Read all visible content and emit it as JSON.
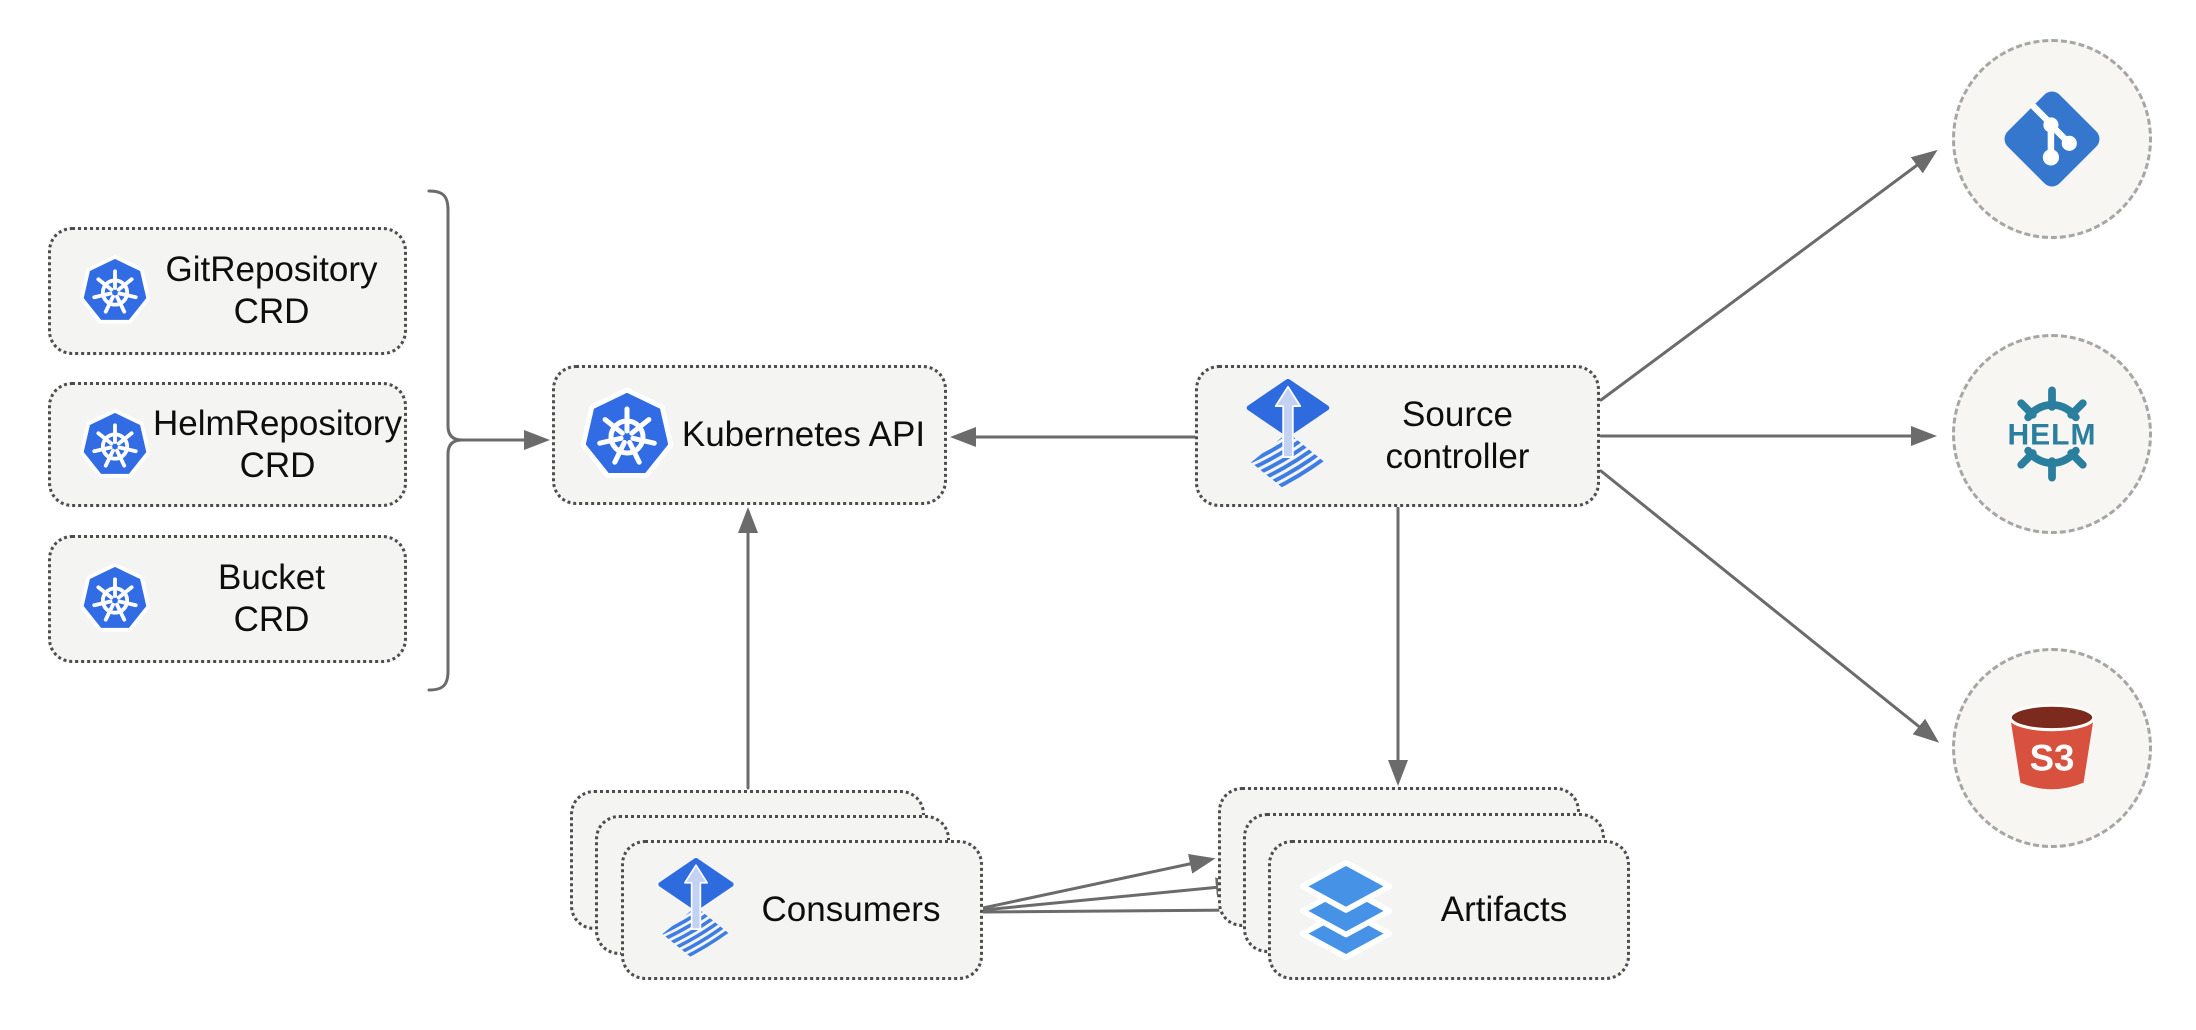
{
  "nodes": {
    "git_crd": {
      "title": "GitRepository",
      "subtitle": "CRD"
    },
    "helm_crd": {
      "title": "HelmRepository",
      "subtitle": "CRD"
    },
    "bucket_crd": {
      "title": "Bucket",
      "subtitle": "CRD"
    },
    "kubernetes_api": {
      "title": "Kubernetes API"
    },
    "source_controller": {
      "title": "Source",
      "subtitle": "controller"
    },
    "consumers": {
      "title": "Consumers"
    },
    "artifacts": {
      "title": "Artifacts"
    },
    "helm_source": {
      "icon_text": "HELM"
    },
    "s3_source": {
      "icon_text": "S3"
    }
  },
  "colors": {
    "k8s": "#326CE5",
    "flux": "#2E6BDE",
    "flux_arrow": "#C3D2F2",
    "flux_wave": "#3D7DE4",
    "layers": "#4592E6",
    "git": "#3677CE",
    "helm": "#2A7E9E",
    "s3": "#D8503E",
    "s3_dark": "#7B2A1D",
    "line": "#6B6B6B",
    "node_fill": "#F4F4F3",
    "node_border": "#4D4D4D",
    "circle_fill": "#F7F6F2",
    "circle_border": "#A6A6A6",
    "text": "#0E0E0E"
  }
}
